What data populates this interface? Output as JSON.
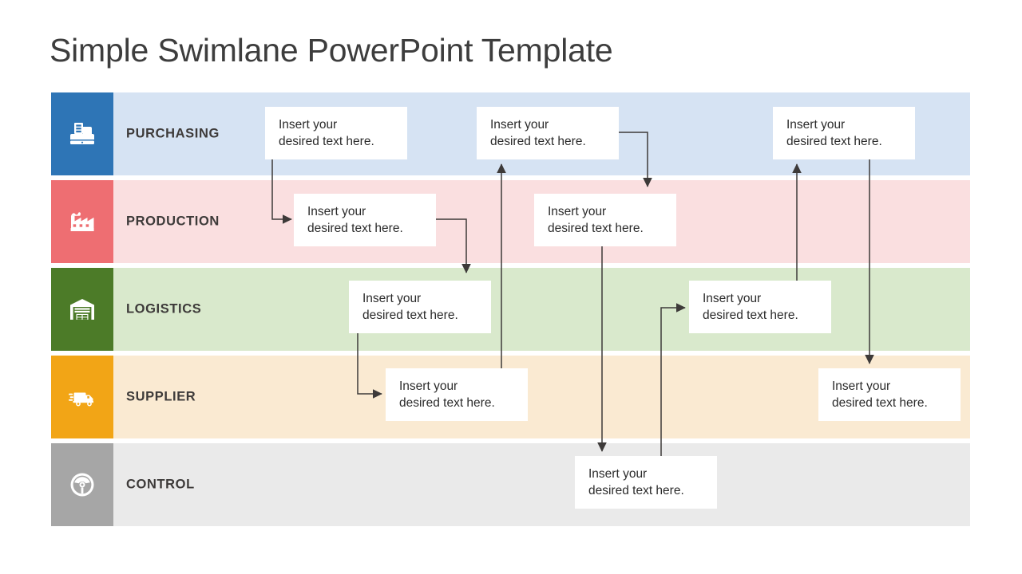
{
  "page": {
    "title": "Simple Swimlane PowerPoint Template",
    "background_color": "#ffffff"
  },
  "lanes": [
    {
      "id": "purchasing",
      "label": "PURCHASING",
      "icon": "cash-register-icon",
      "header_color": "#2E75B6",
      "body_color": "#D6E3F3"
    },
    {
      "id": "production",
      "label": "PRODUCTION",
      "icon": "factory-icon",
      "header_color": "#EE6E72",
      "body_color": "#FADFE0"
    },
    {
      "id": "logistics",
      "label": "LOGISTICS",
      "icon": "warehouse-icon",
      "header_color": "#4C7B28",
      "body_color": "#D9E9CC"
    },
    {
      "id": "supplier",
      "label": "SUPPLIER",
      "icon": "delivery-truck-icon",
      "header_color": "#F2A516",
      "body_color": "#FAEAD2"
    },
    {
      "id": "control",
      "label": "CONTROL",
      "icon": "steering-wheel-icon",
      "header_color": "#A6A6A6",
      "body_color": "#EAEAEA"
    }
  ],
  "nodes": [
    {
      "id": "purchasing-1",
      "lane": "purchasing",
      "line1": "Insert your",
      "line2": "desired text here."
    },
    {
      "id": "purchasing-2",
      "lane": "purchasing",
      "line1": "Insert your",
      "line2": "desired text here."
    },
    {
      "id": "purchasing-3",
      "lane": "purchasing",
      "line1": "Insert your",
      "line2": "desired text here."
    },
    {
      "id": "production-1",
      "lane": "production",
      "line1": "Insert your",
      "line2": "desired text here."
    },
    {
      "id": "production-2",
      "lane": "production",
      "line1": "Insert your",
      "line2": "desired text here."
    },
    {
      "id": "logistics-1",
      "lane": "logistics",
      "line1": "Insert your",
      "line2": "desired text here."
    },
    {
      "id": "logistics-2",
      "lane": "logistics",
      "line1": "Insert your",
      "line2": "desired text here."
    },
    {
      "id": "supplier-1",
      "lane": "supplier",
      "line1": "Insert your",
      "line2": "desired text here."
    },
    {
      "id": "supplier-2",
      "lane": "supplier",
      "line1": "Insert your",
      "line2": "desired text here."
    },
    {
      "id": "control-1",
      "lane": "control",
      "line1": "Insert your",
      "line2": "desired text here."
    }
  ],
  "connectors": [
    {
      "id": "purchasing-1-to-production-1",
      "from": "purchasing-1",
      "to": "production-1"
    },
    {
      "id": "production-1-to-logistics-1",
      "from": "production-1",
      "to": "logistics-1"
    },
    {
      "id": "logistics-1-to-supplier-1",
      "from": "logistics-1",
      "to": "supplier-1"
    },
    {
      "id": "supplier-1-to-purchasing-2",
      "from": "supplier-1",
      "to": "purchasing-2"
    },
    {
      "id": "purchasing-2-to-production-2",
      "from": "purchasing-2",
      "to": "production-2"
    },
    {
      "id": "production-2-to-control-1",
      "from": "production-2",
      "to": "control-1"
    },
    {
      "id": "control-1-to-logistics-2",
      "from": "control-1",
      "to": "logistics-2"
    },
    {
      "id": "logistics-2-to-purchasing-3",
      "from": "logistics-2",
      "to": "purchasing-3"
    },
    {
      "id": "purchasing-3-to-supplier-2",
      "from": "purchasing-3",
      "to": "supplier-2"
    }
  ],
  "style": {
    "connector_color": "#3d3a39",
    "node_background": "#ffffff",
    "title_color": "#3d3d3d"
  }
}
